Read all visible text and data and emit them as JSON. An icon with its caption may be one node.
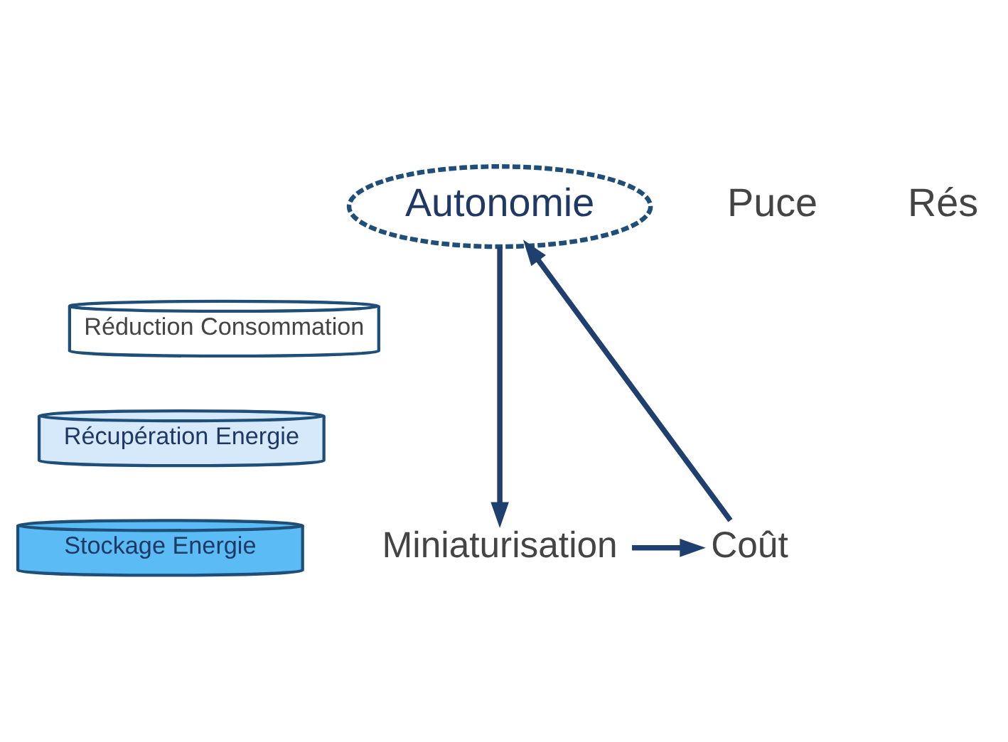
{
  "diagram": {
    "nodes": [
      {
        "text": [
          "Autonomie"
        ]
      },
      {
        "text": [
          "Réduction Consommation"
        ]
      },
      {
        "text": [
          "Récupération Energie"
        ]
      },
      {
        "text": [
          "Stockage Energie"
        ]
      },
      {
        "text": [
          "Miniaturisation"
        ]
      },
      {
        "text": [
          "Coût"
        ]
      }
    ],
    "edges": [
      {
        "from": 0,
        "to": 4,
        "arrow": "to"
      },
      {
        "from": 4,
        "to": 5,
        "arrow": "to"
      },
      {
        "from": 5,
        "to": 0,
        "arrow": "to"
      }
    ],
    "labels": [
      "Puce",
      "Rés"
    ]
  }
}
